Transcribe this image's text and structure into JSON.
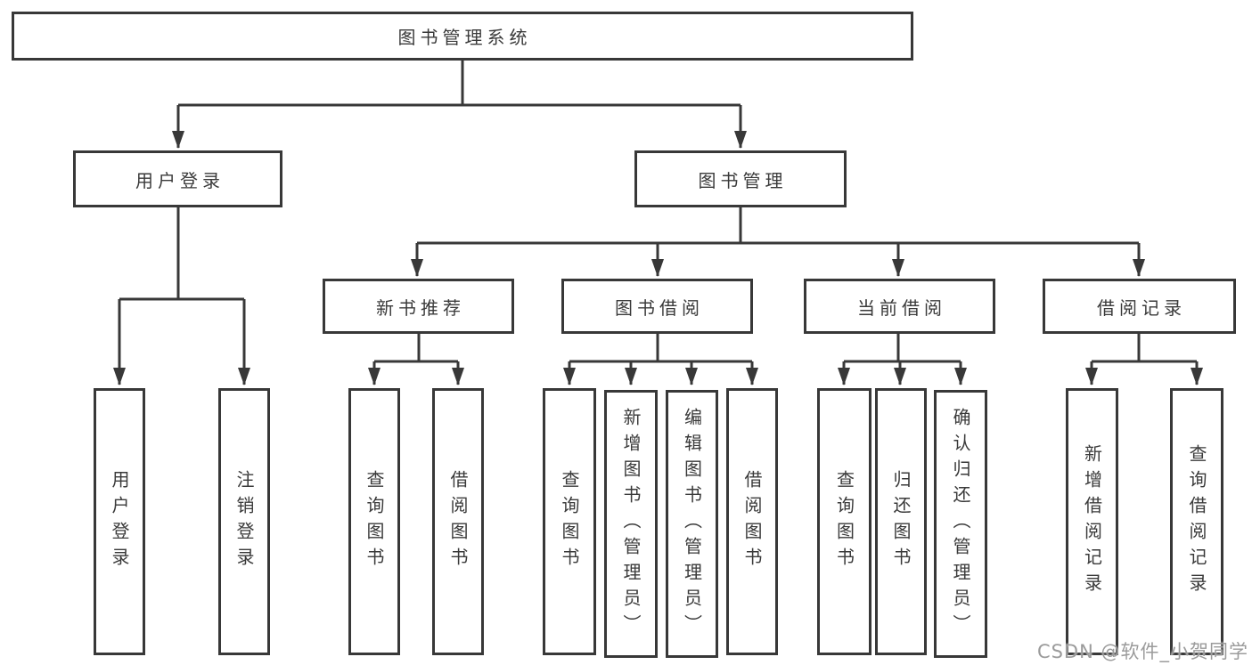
{
  "tree": {
    "label": "图书管理系统",
    "children": [
      {
        "label": "用户登录",
        "children": [
          {
            "label": "用户登录"
          },
          {
            "label": "注销登录"
          }
        ]
      },
      {
        "label": "图书管理",
        "children": [
          {
            "label": "新书推荐",
            "children": [
              {
                "label": "查询图书"
              },
              {
                "label": "借阅图书"
              }
            ]
          },
          {
            "label": "图书借阅",
            "children": [
              {
                "label": "查询图书"
              },
              {
                "label": "新增图书（管理员）"
              },
              {
                "label": "编辑图书（管理员）"
              },
              {
                "label": "借阅图书"
              }
            ]
          },
          {
            "label": "当前借阅",
            "children": [
              {
                "label": "查询图书"
              },
              {
                "label": "归还图书"
              },
              {
                "label": "确认归还（管理员）"
              }
            ]
          },
          {
            "label": "借阅记录",
            "children": [
              {
                "label": "新增借阅记录"
              },
              {
                "label": "查询借阅记录"
              }
            ]
          }
        ]
      }
    ]
  },
  "watermark": "CSDN @软件_小贺同学",
  "colors": {
    "line": "#383838",
    "text": "#3a3a3a",
    "background": "#ffffff",
    "watermark": "#9b9b9b"
  }
}
